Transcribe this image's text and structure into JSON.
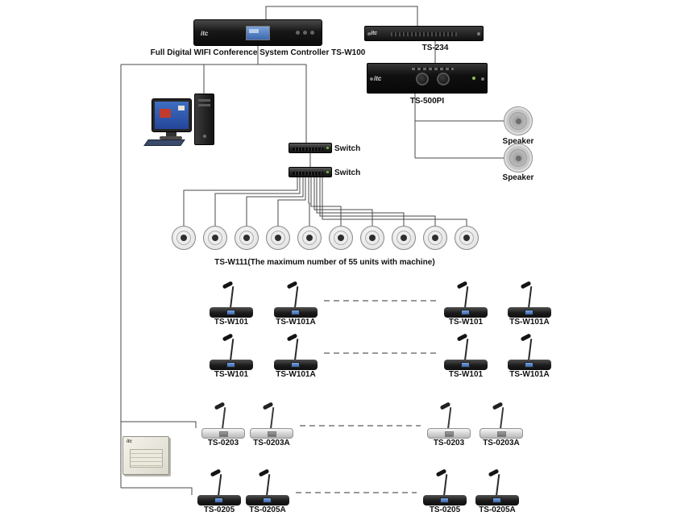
{
  "brand": "itc",
  "controller": {
    "label": "Full Digital WIFI Conference System Controller TS-W100"
  },
  "ts234": {
    "label": "TS-234"
  },
  "ts500pi": {
    "label": "TS-500PI"
  },
  "speakers": {
    "top_label": "Speaker",
    "bottom_label": "Speaker"
  },
  "switches": {
    "top_label": "Switch",
    "bottom_label": "Switch"
  },
  "wifi_ap_row": {
    "label": "TS-W111(The maximum number of 55 units with machine)",
    "unit_count": 10
  },
  "mic_rows": {
    "wifi_row1": {
      "labels": [
        "TS-W101",
        "TS-W101A",
        "TS-W101",
        "TS-W101A"
      ]
    },
    "wifi_row2": {
      "labels": [
        "TS-W101",
        "TS-W101A",
        "TS-W101",
        "TS-W101A"
      ]
    },
    "row_0203": {
      "labels": [
        "TS-0203",
        "TS-0203A",
        "TS-0203",
        "TS-0203A"
      ]
    },
    "row_0205": {
      "labels": [
        "TS-0205",
        "TS-0205A",
        "TS-0205",
        "TS-0205A"
      ]
    }
  },
  "colors": {
    "wire": "#4a4a4a",
    "device_black": "#1a1a1a",
    "screen_blue": "#5b8cd8",
    "background": "#ffffff"
  }
}
